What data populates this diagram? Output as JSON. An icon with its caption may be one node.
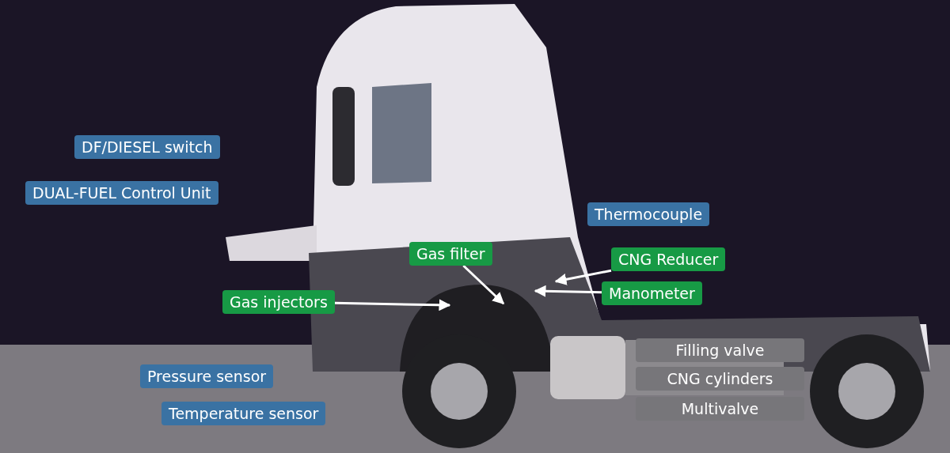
{
  "diagram": {
    "nodes": [
      {
        "text": [
          "DF/DIESEL switch"
        ]
      },
      {
        "text": [
          "DUAL-FUEL Control Unit"
        ]
      },
      {
        "text": [
          "Thermocouple"
        ]
      },
      {
        "text": [
          "Gas filter"
        ]
      },
      {
        "text": [
          "CNG Reducer"
        ]
      },
      {
        "text": [
          "Gas injectors"
        ]
      },
      {
        "text": [
          "Manometer"
        ]
      },
      {
        "text": [
          "Filling valve"
        ]
      },
      {
        "text": [
          "CNG cylinders"
        ]
      },
      {
        "text": [
          "Multivalve"
        ]
      },
      {
        "text": [
          "Pressure sensor"
        ]
      },
      {
        "text": [
          "Temperature sensor"
        ]
      }
    ],
    "edges": [
      {
        "from": 5,
        "to": null,
        "arrow": "to"
      },
      {
        "from": 3,
        "to": null,
        "arrow": "to"
      },
      {
        "from": 4,
        "to": null,
        "arrow": "to"
      },
      {
        "from": 6,
        "to": null,
        "arrow": "to"
      }
    ]
  }
}
